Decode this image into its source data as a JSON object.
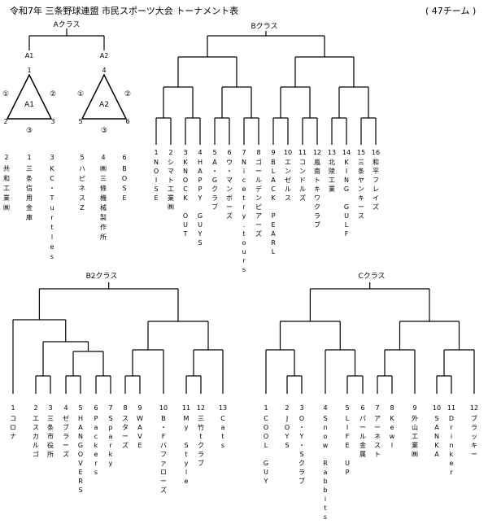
{
  "header": {
    "title": "令和7年 三条野球連盟 市民スポーツ大会 トーナメント表",
    "count": "( 47チーム )"
  },
  "a_class": {
    "label": "Aクラス",
    "group1": {
      "seed": "A1",
      "center": "A1",
      "vertices": [
        "1",
        "2",
        "3"
      ],
      "sides": [
        "①",
        "②",
        "③"
      ]
    },
    "group2": {
      "seed": "A2",
      "center": "A2",
      "vertices": [
        "4",
        "5",
        "6"
      ],
      "sides": [
        "①",
        "②",
        "③"
      ]
    },
    "teams": [
      {
        "no": "2",
        "name": "共和工業㈱"
      },
      {
        "no": "1",
        "name": "三条信用金庫"
      },
      {
        "no": "3",
        "name": "KC・Turtles"
      },
      {
        "no": "5",
        "name": "ハピネスZ"
      },
      {
        "no": "4",
        "name": "㈱三條機械製作所"
      },
      {
        "no": "6",
        "name": "BOSE"
      }
    ]
  },
  "b_class": {
    "label": "Bクラス",
    "teams": [
      {
        "no": "1",
        "name": "NOISE"
      },
      {
        "no": "2",
        "name": "シマト工業㈱"
      },
      {
        "no": "3",
        "name": "KNOCK OUT"
      },
      {
        "no": "4",
        "name": "HAPPY GUYS"
      },
      {
        "no": "5",
        "name": "A・Gクラブ"
      },
      {
        "no": "6",
        "name": "ウ・マンボーズ"
      },
      {
        "no": "7",
        "name": "Nicetry.tours"
      },
      {
        "no": "8",
        "name": "ゴールデンピアーズ"
      },
      {
        "no": "9",
        "name": "BLACK PEARL"
      },
      {
        "no": "10",
        "name": "エンゼルス"
      },
      {
        "no": "11",
        "name": "コンドルズ"
      },
      {
        "no": "12",
        "name": "嵐南トキワクラブ"
      },
      {
        "no": "13",
        "name": "北陵工業"
      },
      {
        "no": "14",
        "name": "KING GULF"
      },
      {
        "no": "15",
        "name": "三条ヤンキース"
      },
      {
        "no": "16",
        "name": "和平フレイズ"
      }
    ]
  },
  "b2_class": {
    "label": "B2クラス",
    "teams": [
      {
        "no": "1",
        "name": "コロナ"
      },
      {
        "no": "2",
        "name": "エスカルゴ"
      },
      {
        "no": "3",
        "name": "三条市役所"
      },
      {
        "no": "4",
        "name": "ゼブラーズ"
      },
      {
        "no": "5",
        "name": "HANGOVERS"
      },
      {
        "no": "6",
        "name": "Packers"
      },
      {
        "no": "7",
        "name": "Sparky"
      },
      {
        "no": "8",
        "name": "スターズ"
      },
      {
        "no": "9",
        "name": "WAVE"
      },
      {
        "no": "10",
        "name": "B・Fバファローズ"
      },
      {
        "no": "11",
        "name": "My Style"
      },
      {
        "no": "12",
        "name": "三竹tクラブ"
      },
      {
        "no": "13",
        "name": "Cats"
      }
    ]
  },
  "c_class": {
    "label": "Cクラス",
    "teams": [
      {
        "no": "1",
        "name": "COOL GUY"
      },
      {
        "no": "2",
        "name": "JOYS"
      },
      {
        "no": "3",
        "name": "O・Y・Sクラブ"
      },
      {
        "no": "4",
        "name": "Snow Rabbits"
      },
      {
        "no": "5",
        "name": "LIFE UP"
      },
      {
        "no": "6",
        "name": "パール金属"
      },
      {
        "no": "7",
        "name": "アーネスト"
      },
      {
        "no": "8",
        "name": "Kewl"
      },
      {
        "no": "9",
        "name": "外山工業㈱"
      },
      {
        "no": "10",
        "name": "SANKA"
      },
      {
        "no": "11",
        "name": "Drinker"
      },
      {
        "no": "12",
        "name": "ブラッキー"
      }
    ]
  }
}
